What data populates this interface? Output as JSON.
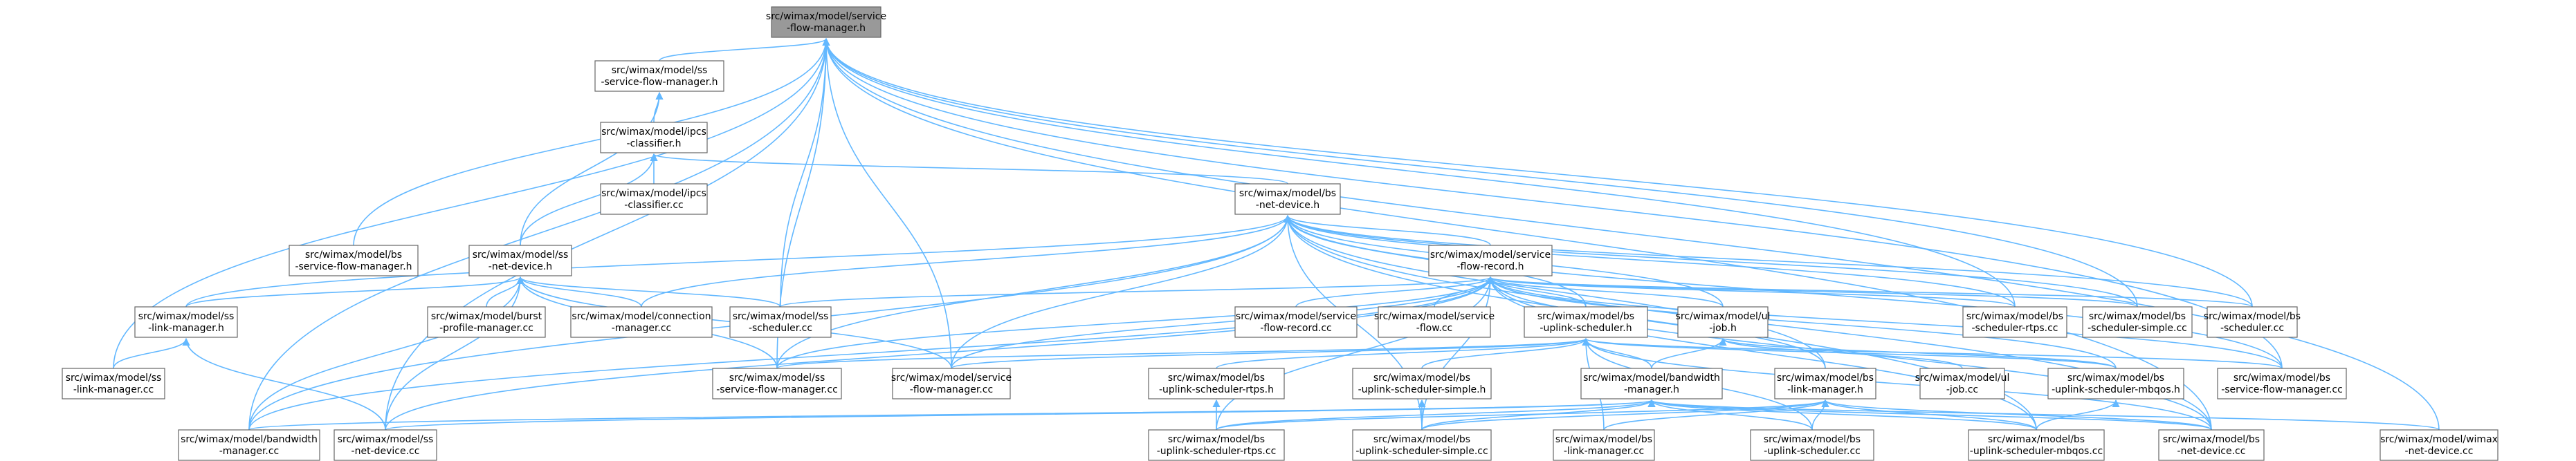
{
  "graph": {
    "title": "",
    "edge_color": "#63b8ff",
    "root_fill": "#999999",
    "node_fill": "#ffffff",
    "node_border": "#666666",
    "nodes": [
      {
        "id": "sfm_h",
        "lines": [
          "src/wimax/model/service",
          "-flow-manager.h"
        ],
        "root": true
      },
      {
        "id": "ss_sfm_h",
        "lines": [
          "src/wimax/model/ss",
          "-service-flow-manager.h"
        ]
      },
      {
        "id": "ipcs_h",
        "lines": [
          "src/wimax/model/ipcs",
          "-classifier.h"
        ]
      },
      {
        "id": "ipcs_cc",
        "lines": [
          "src/wimax/model/ipcs",
          "-classifier.cc"
        ]
      },
      {
        "id": "bs_nd_h",
        "lines": [
          "src/wimax/model/bs",
          "-net-device.h"
        ]
      },
      {
        "id": "bs_sfm_h",
        "lines": [
          "src/wimax/model/bs",
          "-service-flow-manager.h"
        ]
      },
      {
        "id": "ss_nd_h",
        "lines": [
          "src/wimax/model/ss",
          "-net-device.h"
        ]
      },
      {
        "id": "sfr_h",
        "lines": [
          "src/wimax/model/service",
          "-flow-record.h"
        ]
      },
      {
        "id": "ss_lm_h",
        "lines": [
          "src/wimax/model/ss",
          "-link-manager.h"
        ]
      },
      {
        "id": "burst_cc",
        "lines": [
          "src/wimax/model/burst",
          "-profile-manager.cc"
        ]
      },
      {
        "id": "conn_cc",
        "lines": [
          "src/wimax/model/connection",
          "-manager.cc"
        ]
      },
      {
        "id": "ss_sch_cc",
        "lines": [
          "src/wimax/model/ss",
          "-scheduler.cc"
        ]
      },
      {
        "id": "sfr_cc",
        "lines": [
          "src/wimax/model/service",
          "-flow-record.cc"
        ]
      },
      {
        "id": "sf_cc",
        "lines": [
          "src/wimax/model/service",
          "-flow.cc"
        ]
      },
      {
        "id": "bs_us_h",
        "lines": [
          "src/wimax/model/bs",
          "-uplink-scheduler.h"
        ]
      },
      {
        "id": "ul_job_h",
        "lines": [
          "src/wimax/model/ul",
          "-job.h"
        ]
      },
      {
        "id": "bs_srtps_cc",
        "lines": [
          "src/wimax/model/bs",
          "-scheduler-rtps.cc"
        ]
      },
      {
        "id": "bs_ssim_cc",
        "lines": [
          "src/wimax/model/bs",
          "-scheduler-simple.cc"
        ]
      },
      {
        "id": "bs_sch_cc",
        "lines": [
          "src/wimax/model/bs",
          "-scheduler.cc"
        ]
      },
      {
        "id": "ss_lm_cc",
        "lines": [
          "src/wimax/model/ss",
          "-link-manager.cc"
        ]
      },
      {
        "id": "ss_sfm_cc",
        "lines": [
          "src/wimax/model/ss",
          "-service-flow-manager.cc"
        ]
      },
      {
        "id": "sfm_cc",
        "lines": [
          "src/wimax/model/service",
          "-flow-manager.cc"
        ]
      },
      {
        "id": "bs_usrtps_h",
        "lines": [
          "src/wimax/model/bs",
          "-uplink-scheduler-rtps.h"
        ]
      },
      {
        "id": "bs_ussim_h",
        "lines": [
          "src/wimax/model/bs",
          "-uplink-scheduler-simple.h"
        ]
      },
      {
        "id": "bwm_h",
        "lines": [
          "src/wimax/model/bandwidth",
          "-manager.h"
        ]
      },
      {
        "id": "bs_lm_h",
        "lines": [
          "src/wimax/model/bs",
          "-link-manager.h"
        ]
      },
      {
        "id": "ul_job_cc",
        "lines": [
          "src/wimax/model/ul",
          "-job.cc"
        ]
      },
      {
        "id": "bs_usmb_h",
        "lines": [
          "src/wimax/model/bs",
          "-uplink-scheduler-mbqos.h"
        ]
      },
      {
        "id": "bs_sfm_cc",
        "lines": [
          "src/wimax/model/bs",
          "-service-flow-manager.cc"
        ]
      },
      {
        "id": "bwm_cc",
        "lines": [
          "src/wimax/model/bandwidth",
          "-manager.cc"
        ]
      },
      {
        "id": "ss_nd_cc",
        "lines": [
          "src/wimax/model/ss",
          "-net-device.cc"
        ]
      },
      {
        "id": "bs_usrtps_cc",
        "lines": [
          "src/wimax/model/bs",
          "-uplink-scheduler-rtps.cc"
        ]
      },
      {
        "id": "bs_ussim_cc",
        "lines": [
          "src/wimax/model/bs",
          "-uplink-scheduler-simple.cc"
        ]
      },
      {
        "id": "bs_lm_cc",
        "lines": [
          "src/wimax/model/bs",
          "-link-manager.cc"
        ]
      },
      {
        "id": "bs_us_cc",
        "lines": [
          "src/wimax/model/bs",
          "-uplink-scheduler.cc"
        ]
      },
      {
        "id": "bs_usmb_cc",
        "lines": [
          "src/wimax/model/bs",
          "-uplink-scheduler-mbqos.cc"
        ]
      },
      {
        "id": "bs_nd_cc",
        "lines": [
          "src/wimax/model/bs",
          "-net-device.cc"
        ]
      },
      {
        "id": "wimax_nd_cc",
        "lines": [
          "src/wimax/model/wimax",
          "-net-device.cc"
        ]
      }
    ],
    "edges": [
      [
        "ss_sfm_h",
        "sfm_h"
      ],
      [
        "ipcs_h",
        "ss_sfm_h"
      ],
      [
        "ss_nd_h",
        "ss_sfm_h"
      ],
      [
        "bs_nd_h",
        "ipcs_h"
      ],
      [
        "ipcs_cc",
        "ipcs_h"
      ],
      [
        "ss_nd_h",
        "ipcs_h"
      ],
      [
        "bs_sfm_h",
        "sfm_h"
      ],
      [
        "ss_sch_cc",
        "sfm_h"
      ],
      [
        "sfm_cc",
        "sfm_h"
      ],
      [
        "ss_sfm_cc",
        "sfm_h"
      ],
      [
        "ss_lm_cc",
        "sfm_h"
      ],
      [
        "bwm_cc",
        "sfm_h"
      ],
      [
        "ss_nd_cc",
        "sfm_h"
      ],
      [
        "bs_srtps_cc",
        "sfm_h"
      ],
      [
        "bs_ssim_cc",
        "sfm_h"
      ],
      [
        "bs_sch_cc",
        "sfm_h"
      ],
      [
        "bs_sfm_cc",
        "sfm_h"
      ],
      [
        "bs_nd_cc",
        "sfm_h"
      ],
      [
        "wimax_nd_cc",
        "sfm_h"
      ],
      [
        "sfr_h",
        "bs_nd_h"
      ],
      [
        "bs_us_h",
        "bs_nd_h"
      ],
      [
        "ul_job_h",
        "bs_nd_h"
      ],
      [
        "bs_lm_h",
        "bs_nd_h"
      ],
      [
        "conn_cc",
        "bs_nd_h"
      ],
      [
        "ss_lm_h",
        "bs_nd_h"
      ],
      [
        "bwm_cc",
        "bs_nd_h"
      ],
      [
        "sfm_cc",
        "bs_nd_h"
      ],
      [
        "ss_sfm_cc",
        "bs_nd_h"
      ],
      [
        "bs_srtps_cc",
        "bs_nd_h"
      ],
      [
        "bs_ssim_cc",
        "bs_nd_h"
      ],
      [
        "bs_sch_cc",
        "bs_nd_h"
      ],
      [
        "bs_sfm_cc",
        "bs_nd_h"
      ],
      [
        "bs_nd_cc",
        "bs_nd_h"
      ],
      [
        "bs_ussim_cc",
        "bs_nd_h"
      ],
      [
        "bs_usmb_cc",
        "bs_nd_h"
      ],
      [
        "ss_lm_h",
        "ss_nd_h"
      ],
      [
        "burst_cc",
        "ss_nd_h"
      ],
      [
        "conn_cc",
        "ss_nd_h"
      ],
      [
        "ss_sch_cc",
        "ss_nd_h"
      ],
      [
        "ss_sfm_cc",
        "ss_nd_h"
      ],
      [
        "sfm_cc",
        "ss_nd_h"
      ],
      [
        "bwm_cc",
        "ss_nd_h"
      ],
      [
        "ss_nd_cc",
        "ss_nd_h"
      ],
      [
        "ss_lm_cc",
        "ss_lm_h"
      ],
      [
        "ss_nd_cc",
        "ss_lm_h"
      ],
      [
        "sfr_cc",
        "sfr_h"
      ],
      [
        "sf_cc",
        "sfr_h"
      ],
      [
        "bs_us_h",
        "sfr_h"
      ],
      [
        "ul_job_h",
        "sfr_h"
      ],
      [
        "ss_sch_cc",
        "sfr_h"
      ],
      [
        "ss_sfm_cc",
        "sfr_h"
      ],
      [
        "sfm_cc",
        "sfr_h"
      ],
      [
        "bs_srtps_cc",
        "sfr_h"
      ],
      [
        "bs_ssim_cc",
        "sfr_h"
      ],
      [
        "bs_sch_cc",
        "sfr_h"
      ],
      [
        "bs_sfm_cc",
        "sfr_h"
      ],
      [
        "bs_lm_h",
        "sfr_h"
      ],
      [
        "bs_usmb_h",
        "sfr_h"
      ],
      [
        "bwm_cc",
        "sfr_h"
      ],
      [
        "ss_nd_cc",
        "sfr_h"
      ],
      [
        "bs_usrtps_cc",
        "sfr_h"
      ],
      [
        "bs_ussim_cc",
        "sfr_h"
      ],
      [
        "bs_usmb_cc",
        "sfr_h"
      ],
      [
        "bs_nd_cc",
        "sfr_h"
      ],
      [
        "bs_usrtps_h",
        "bs_us_h"
      ],
      [
        "bs_ussim_h",
        "bs_us_h"
      ],
      [
        "bwm_h",
        "bs_us_h"
      ],
      [
        "bs_usmb_h",
        "bs_us_h"
      ],
      [
        "bs_lm_cc",
        "bs_us_h"
      ],
      [
        "bs_us_cc",
        "bs_us_h"
      ],
      [
        "bs_nd_cc",
        "bs_us_h"
      ],
      [
        "ss_sfm_cc",
        "bs_us_h"
      ],
      [
        "sfm_cc",
        "bs_us_h"
      ],
      [
        "bs_sfm_cc",
        "bs_us_h"
      ],
      [
        "bwm_h",
        "ul_job_h"
      ],
      [
        "ul_job_cc",
        "ul_job_h"
      ],
      [
        "bs_usmb_h",
        "ul_job_h"
      ],
      [
        "bs_usrtps_cc",
        "bs_usrtps_h"
      ],
      [
        "bs_ussim_cc",
        "bs_ussim_h"
      ],
      [
        "bwm_cc",
        "bwm_h"
      ],
      [
        "ss_nd_cc",
        "bwm_h"
      ],
      [
        "bs_usrtps_cc",
        "bwm_h"
      ],
      [
        "bs_ussim_cc",
        "bwm_h"
      ],
      [
        "bs_us_cc",
        "bwm_h"
      ],
      [
        "bs_usmb_cc",
        "bwm_h"
      ],
      [
        "bs_nd_cc",
        "bwm_h"
      ],
      [
        "wimax_nd_cc",
        "bwm_h"
      ],
      [
        "bs_lm_cc",
        "bs_lm_h"
      ],
      [
        "bs_usrtps_cc",
        "bs_lm_h"
      ],
      [
        "bs_ussim_cc",
        "bs_lm_h"
      ],
      [
        "bs_us_cc",
        "bs_lm_h"
      ],
      [
        "bs_usmb_cc",
        "bs_lm_h"
      ],
      [
        "bs_nd_cc",
        "bs_lm_h"
      ],
      [
        "bs_usmb_cc",
        "bs_usmb_h"
      ]
    ]
  }
}
